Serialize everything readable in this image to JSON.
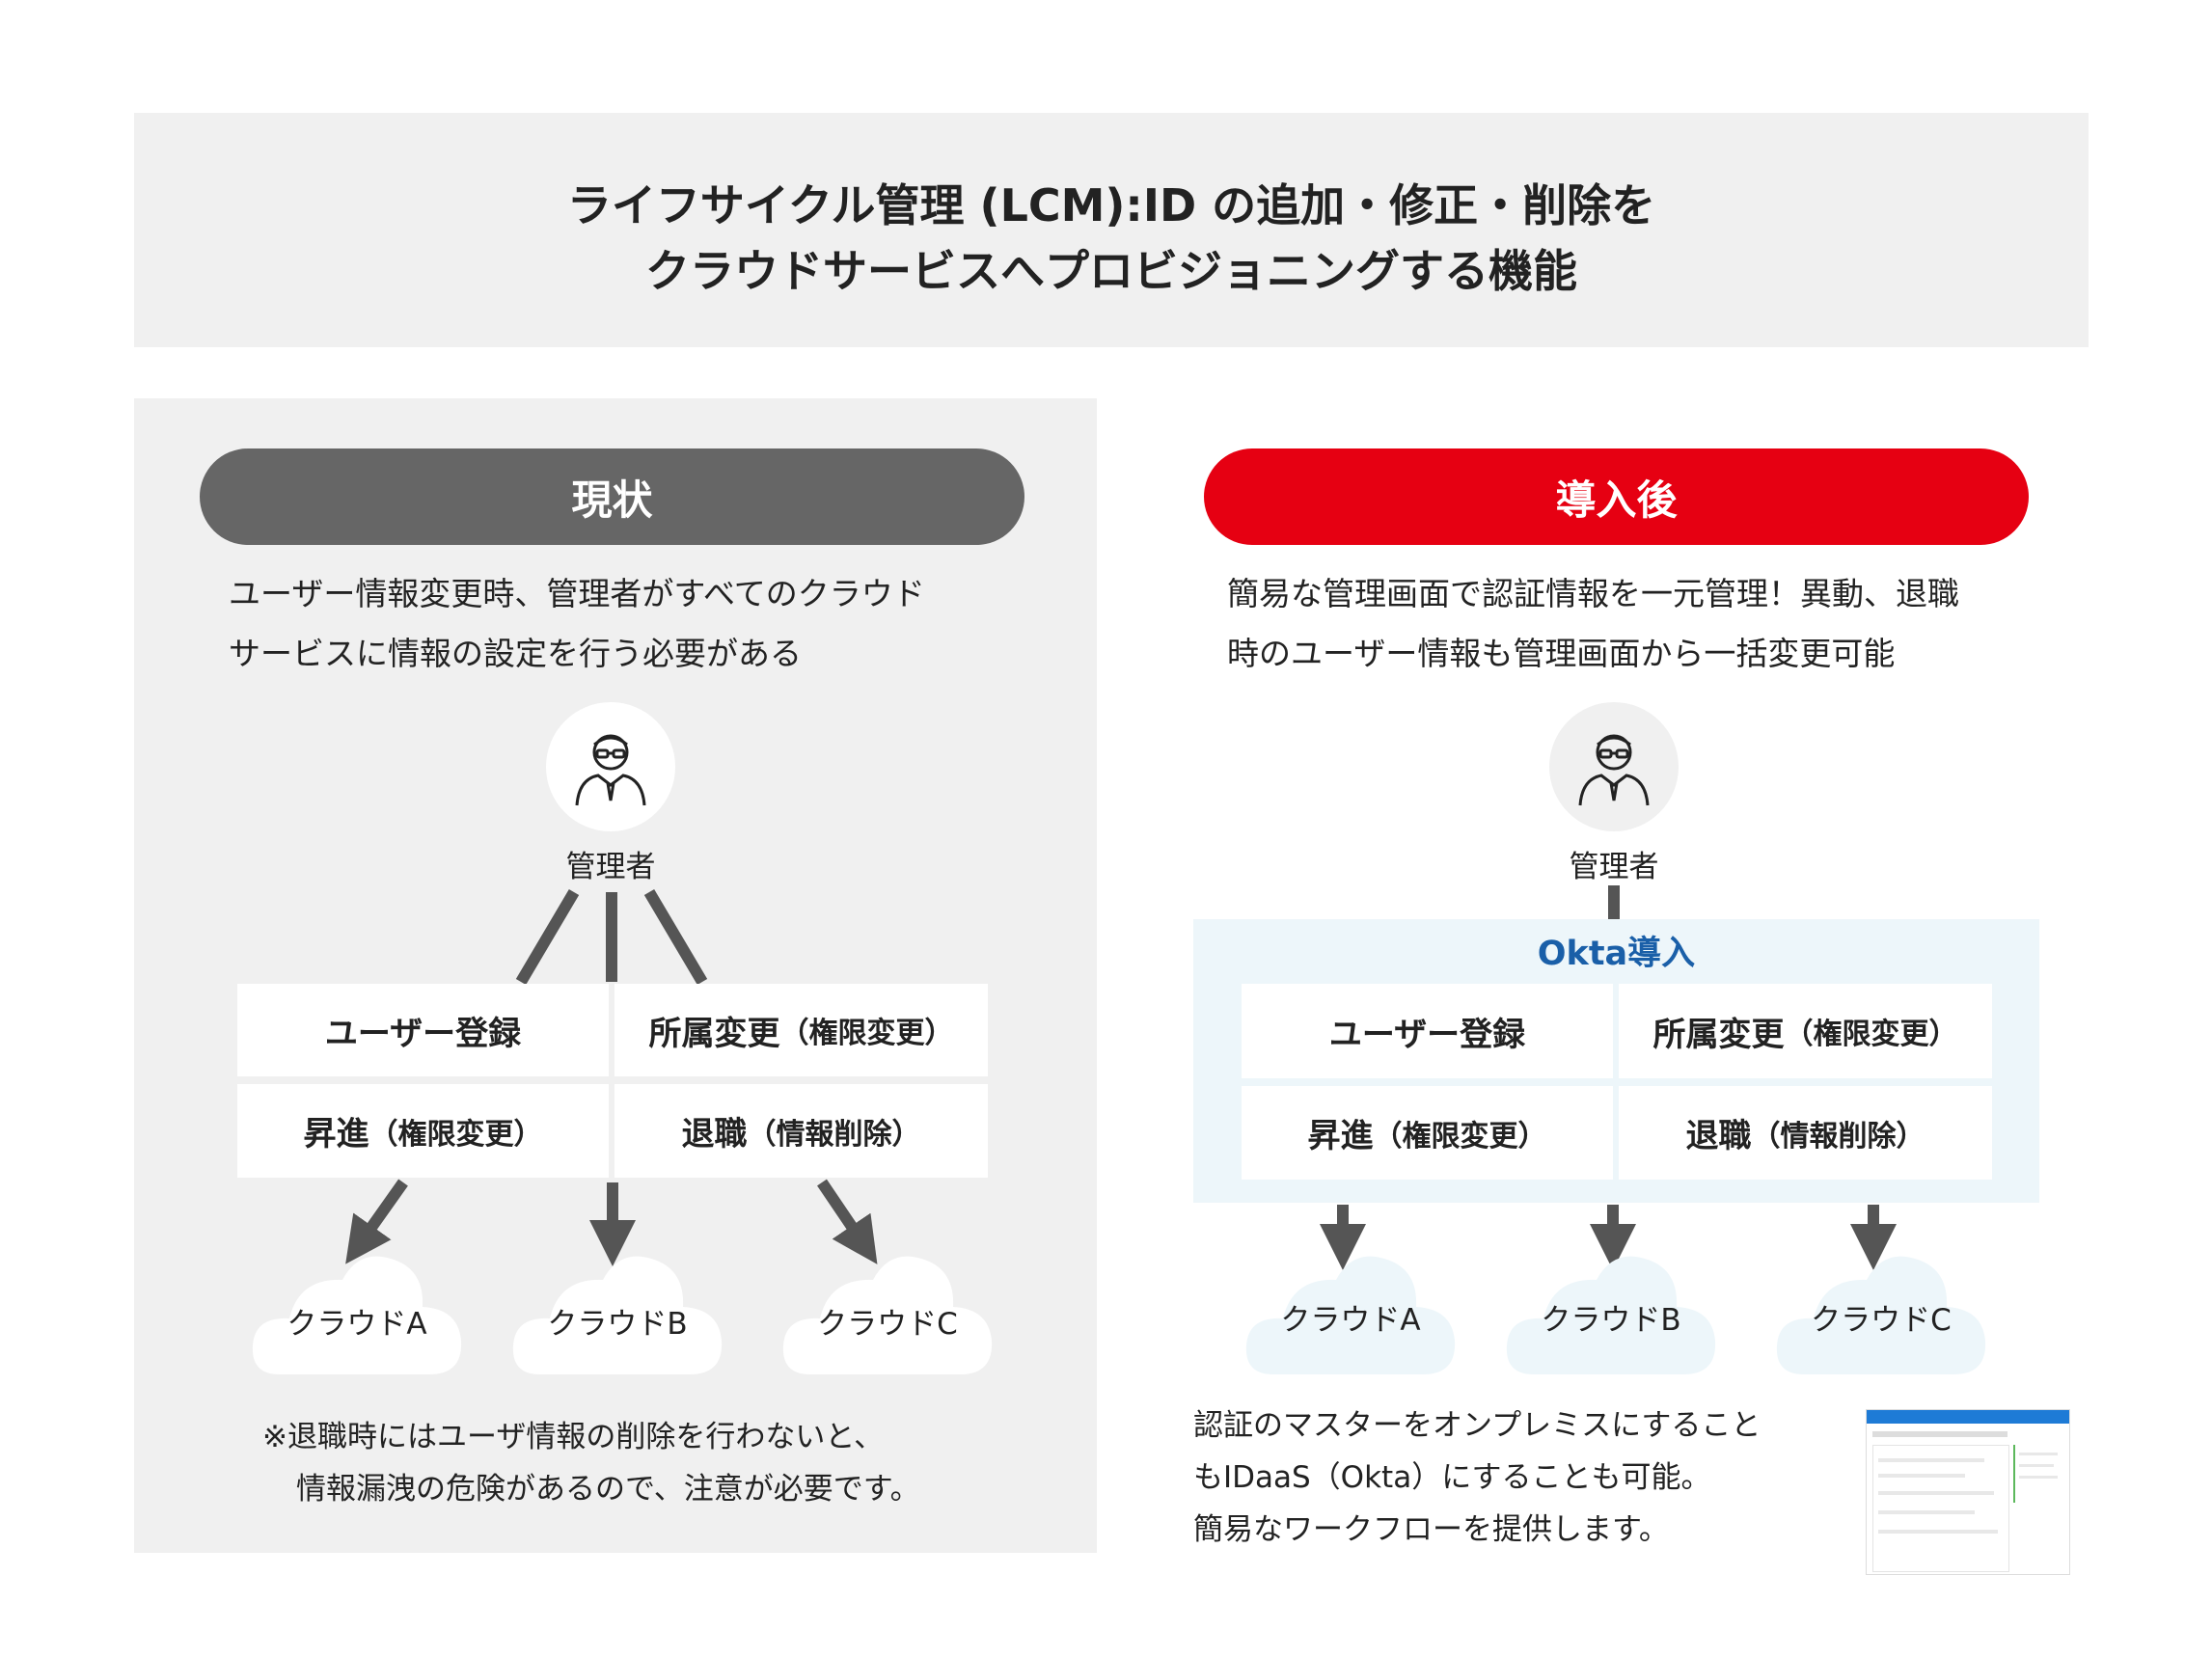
{
  "title": {
    "line1": "ライフサイクル管理 (LCM):ID の追加・修正・削除を",
    "line2": "クラウドサービスへプロビジョニングする機能"
  },
  "colors": {
    "current_pill": "#666666",
    "after_pill": "#e60012",
    "okta_blue": "#1a5fa8"
  },
  "current": {
    "label": "現状",
    "desc_line1": "ユーザー情報変更時、管理者がすべてのクラウド",
    "desc_line2": "サービスに情報の設定を行う必要がある",
    "admin_label": "管理者",
    "cells": [
      {
        "main": "ユーザー登録",
        "sub": ""
      },
      {
        "main": "所属変更",
        "sub": "（権限変更）"
      },
      {
        "main": "昇進",
        "sub": "（権限変更）"
      },
      {
        "main": "退職",
        "sub": "（情報削除）"
      }
    ],
    "clouds": [
      "クラウドA",
      "クラウドB",
      "クラウドC"
    ],
    "note_line1": "※退職時にはユーザ情報の削除を行わないと、",
    "note_line2": "情報漏洩の危険があるので、注意が必要です。"
  },
  "after": {
    "label": "導入後",
    "desc_line1": "簡易な管理画面で認証情報を一元管理！異動、退職",
    "desc_line2": "時のユーザー情報も管理画面から一括変更可能",
    "admin_label": "管理者",
    "okta_label": "Okta導入",
    "cells": [
      {
        "main": "ユーザー登録",
        "sub": ""
      },
      {
        "main": "所属変更",
        "sub": "（権限変更）"
      },
      {
        "main": "昇進",
        "sub": "（権限変更）"
      },
      {
        "main": "退職",
        "sub": "（情報削除）"
      }
    ],
    "clouds": [
      "クラウドA",
      "クラウドB",
      "クラウドC"
    ],
    "note_line1": "認証のマスターをオンプレミスにすること",
    "note_line2": "もIDaaS（Okta）にすることも可能。",
    "note_line3": "簡易なワークフローを提供します。"
  },
  "icons": {
    "admin": "person-glasses-icon",
    "cloud": "cloud-icon",
    "arrow": "arrow-down-icon"
  }
}
